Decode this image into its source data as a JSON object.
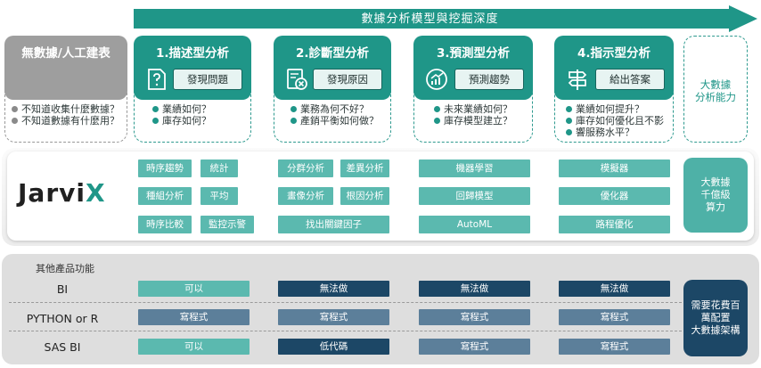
{
  "header": {
    "arrow_label": "數據分析模型與挖掘深度"
  },
  "no_data": {
    "title": "無數據/人工建表",
    "bullets": [
      "不知道收集什麼數據？",
      "不知道數據有什麼用？"
    ]
  },
  "stages": [
    {
      "title": "1.描述型分析",
      "icon": "question-doc-icon",
      "pill": "發現問題",
      "bullets": [
        "業績如何？",
        "庫存如何？"
      ]
    },
    {
      "title": "2.診斷型分析",
      "icon": "diagnose-doc-icon",
      "pill": "發現原因",
      "bullets": [
        "業務為何不好？",
        "產銷平衡如何做？"
      ]
    },
    {
      "title": "3.預測型分析",
      "icon": "trend-chart-icon",
      "pill": "預測趨勢",
      "bullets": [
        "未來業績如何？",
        "庫存模型建立？"
      ]
    },
    {
      "title": "4.指示型分析",
      "icon": "signpost-icon",
      "pill": "給出答案",
      "bullets": [
        "業績如何提升？",
        "庫存如何優化且不影",
        "響服務水平？"
      ]
    }
  ],
  "big_data": {
    "label": "大數據\n分析能力"
  },
  "jarvix": {
    "logo_main": "Jarvi",
    "logo_accent": "X",
    "features": {
      "time_trend": "時序趨勢",
      "statistics": "統計",
      "group_analysis": "種組分析",
      "average": "平均",
      "time_compare": "時序比較",
      "monitor_alert": "監控示警",
      "segment_analysis": "分群分析",
      "diff_analysis": "差異分析",
      "profile_analysis": "畫像分析",
      "root_cause": "根因分析",
      "key_factor": "找出關鍵因子",
      "machine_learning": "機器學習",
      "regression": "回歸模型",
      "automl": "AutoML",
      "simulator": "模擬器",
      "optimizer": "優化器",
      "route_opt": "路程優化"
    },
    "compute_box": "大數據\n千億級\n算力"
  },
  "other_products": {
    "title": "其他產品功能",
    "rows": [
      {
        "label": "BI",
        "cells": [
          "可以",
          "無法做",
          "無法做",
          "無法做"
        ]
      },
      {
        "label": "PYTHON or R",
        "cells": [
          "寫程式",
          "寫程式",
          "寫程式",
          "寫程式"
        ]
      },
      {
        "label": "SAS BI",
        "cells": [
          "可以",
          "低代碼",
          "寫程式",
          "寫程式"
        ]
      }
    ],
    "cost_box": "需要花費百\n萬配置\n大數據架構"
  },
  "colors": {
    "teal_dark": "#1f9688",
    "teal_light": "#5bb9af",
    "navy": "#1c4766",
    "slate": "#5c7f9a",
    "grey": "#9e9e9e"
  }
}
